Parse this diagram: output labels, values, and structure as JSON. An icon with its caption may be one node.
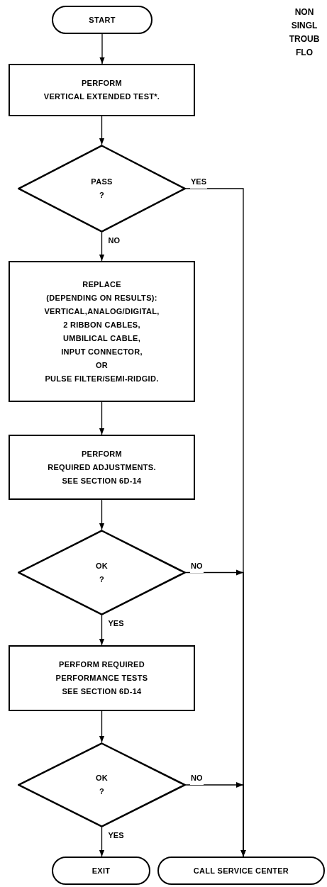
{
  "diagram": {
    "title": "NON SINGL TROUB FLO",
    "nodes": [
      {
        "text": [
          "START"
        ]
      },
      {
        "text": [
          "PERFORM",
          "VERTICAL EXTENDED TEST*."
        ]
      },
      {
        "text": [
          "PASS",
          "?"
        ]
      },
      {
        "text": [
          "REPLACE",
          "(DEPENDING ON RESULTS):",
          "VERTICAL,ANALOG/DIGITAL,",
          "2 RIBBON CABLES,",
          "UMBILICAL CABLE,",
          "INPUT CONNECTOR,",
          "OR",
          "PULSE FILTER/SEMI-RIDGID."
        ]
      },
      {
        "text": [
          "PERFORM",
          "REQUIRED ADJUSTMENTS.",
          "SEE SECTION 6D-14"
        ]
      },
      {
        "text": [
          "OK",
          "?"
        ]
      },
      {
        "text": [
          "PERFORM REQUIRED",
          "PERFORMANCE TESTS",
          "SEE SECTION 6D-14"
        ]
      },
      {
        "text": [
          "OK",
          "?"
        ]
      },
      {
        "text": [
          "EXIT"
        ]
      },
      {
        "text": [
          "CALL SERVICE CENTER"
        ]
      }
    ],
    "edges": [
      {
        "from": 0,
        "to": 1,
        "arrow": "to"
      },
      {
        "from": 1,
        "to": 2,
        "arrow": "to"
      },
      {
        "from": 2,
        "to": 3,
        "arrow": "to",
        "label": "NO"
      },
      {
        "from": 2,
        "to": 9,
        "arrow": "to",
        "label": "YES"
      },
      {
        "from": 3,
        "to": 4,
        "arrow": "to"
      },
      {
        "from": 4,
        "to": 5,
        "arrow": "to"
      },
      {
        "from": 5,
        "to": 6,
        "arrow": "to",
        "label": "YES"
      },
      {
        "from": 5,
        "to": 9,
        "arrow": "to",
        "label": "NO"
      },
      {
        "from": 6,
        "to": 7,
        "arrow": "to"
      },
      {
        "from": 7,
        "to": 8,
        "arrow": "to",
        "label": "YES"
      },
      {
        "from": 7,
        "to": 9,
        "arrow": "to",
        "label": "NO"
      }
    ]
  }
}
